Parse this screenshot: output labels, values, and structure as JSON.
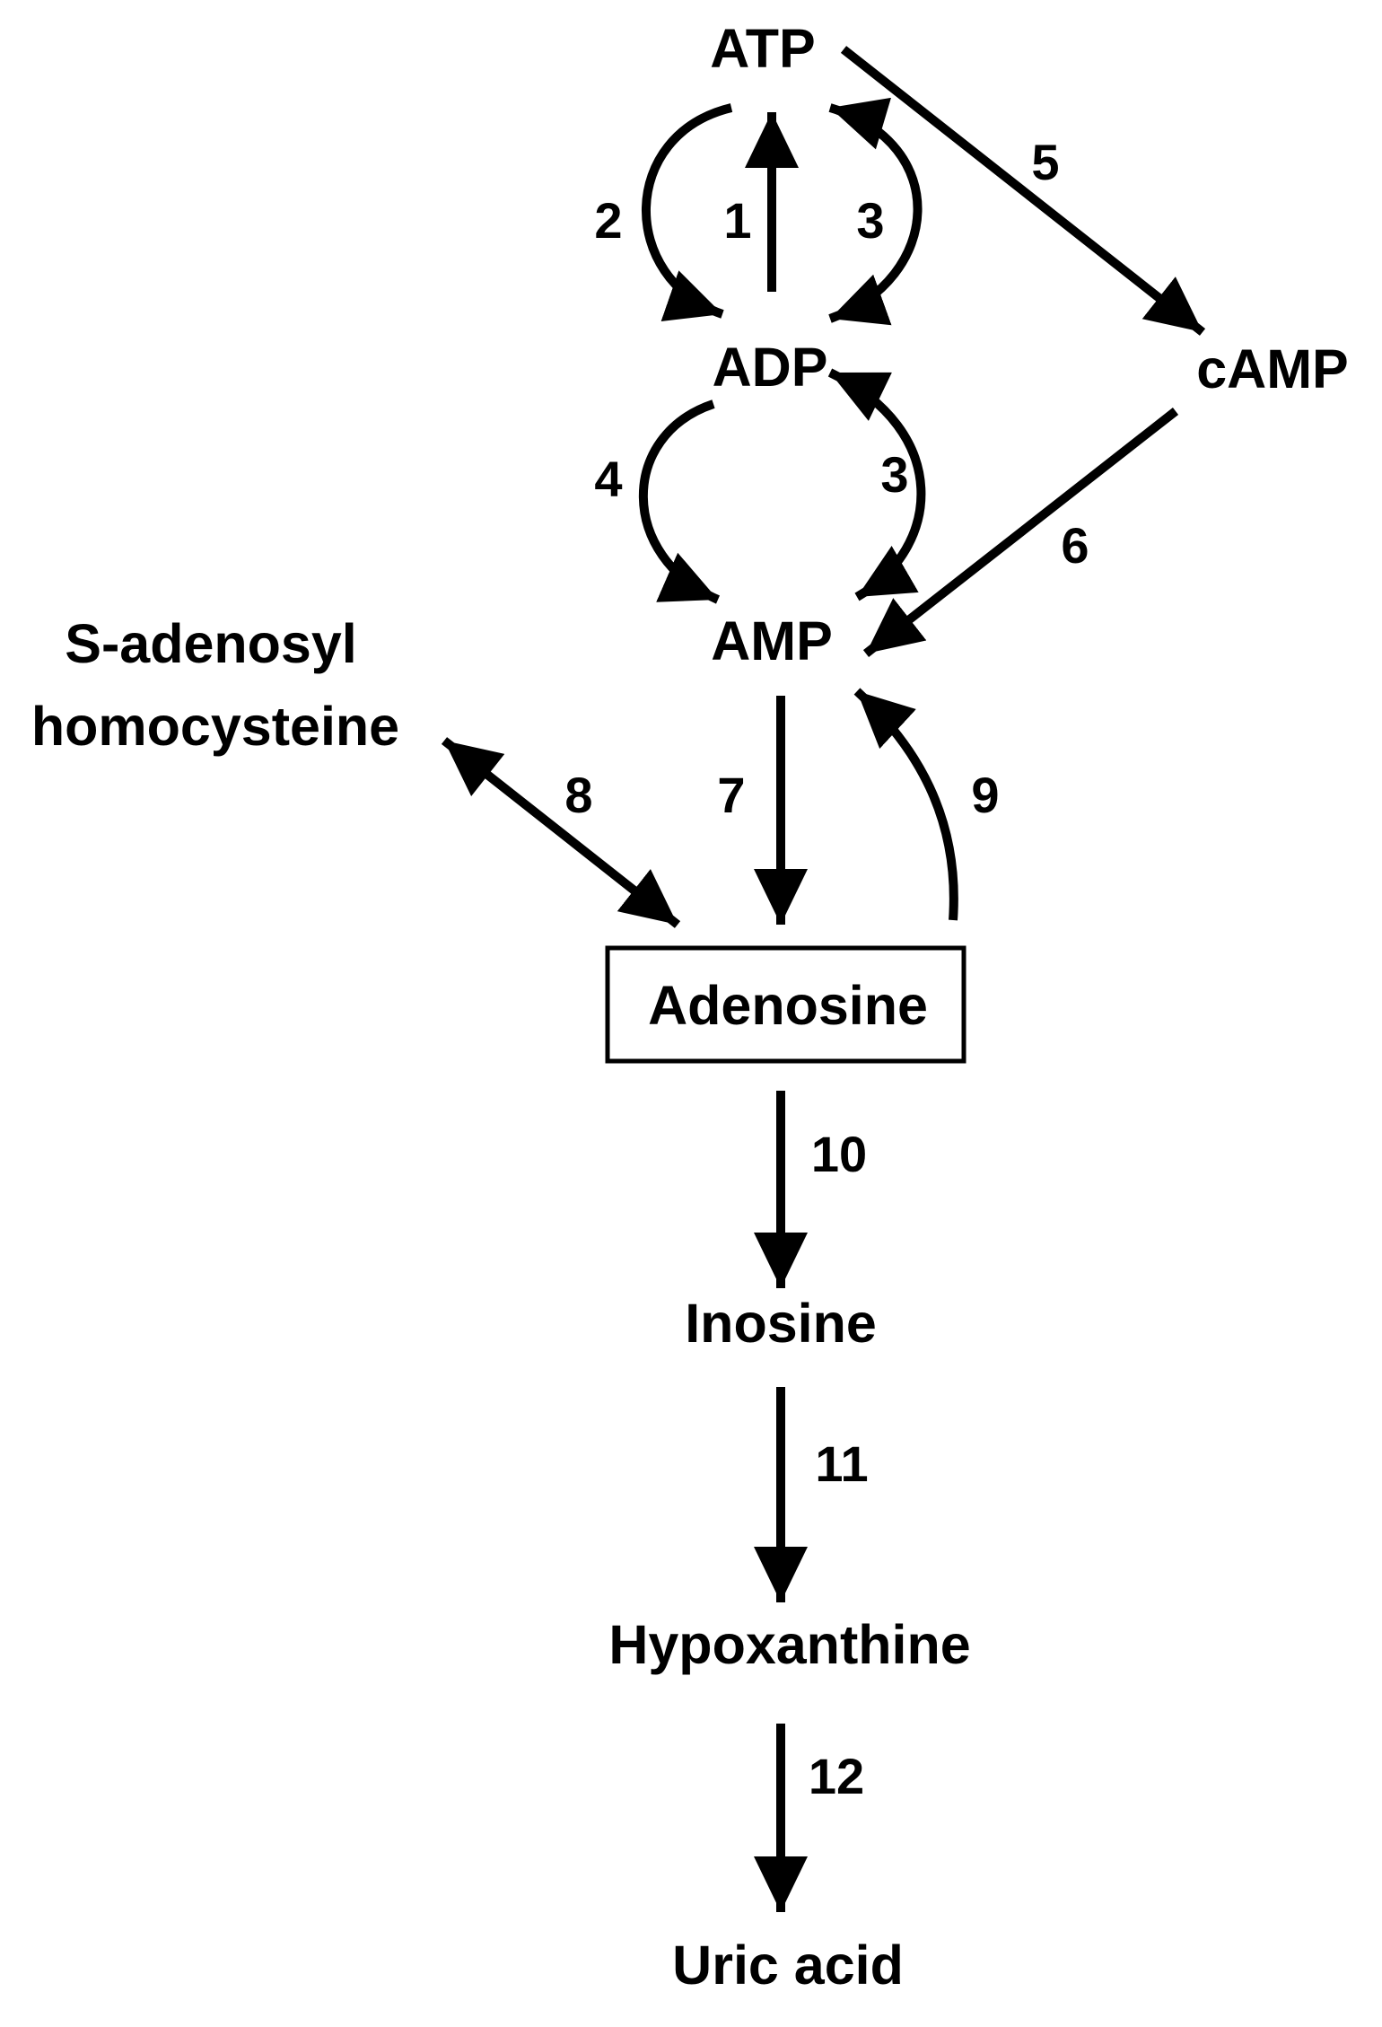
{
  "nodes": {
    "atp": "ATP",
    "adp": "ADP",
    "amp": "AMP",
    "camp": "cAMP",
    "sah_line1": "S-adenosyl",
    "sah_line2": "homocysteine",
    "adenosine": "Adenosine",
    "inosine": "Inosine",
    "hypoxanthine": "Hypoxanthine",
    "uric_acid": "Uric acid"
  },
  "steps": {
    "s1": "1",
    "s2": "2",
    "s3_upper": "3",
    "s3_lower": "3",
    "s4": "4",
    "s5": "5",
    "s6": "6",
    "s7": "7",
    "s8": "8",
    "s9": "9",
    "s10": "10",
    "s11": "11",
    "s12": "12"
  },
  "colors": {
    "ink": "#000000",
    "background": "#ffffff"
  }
}
